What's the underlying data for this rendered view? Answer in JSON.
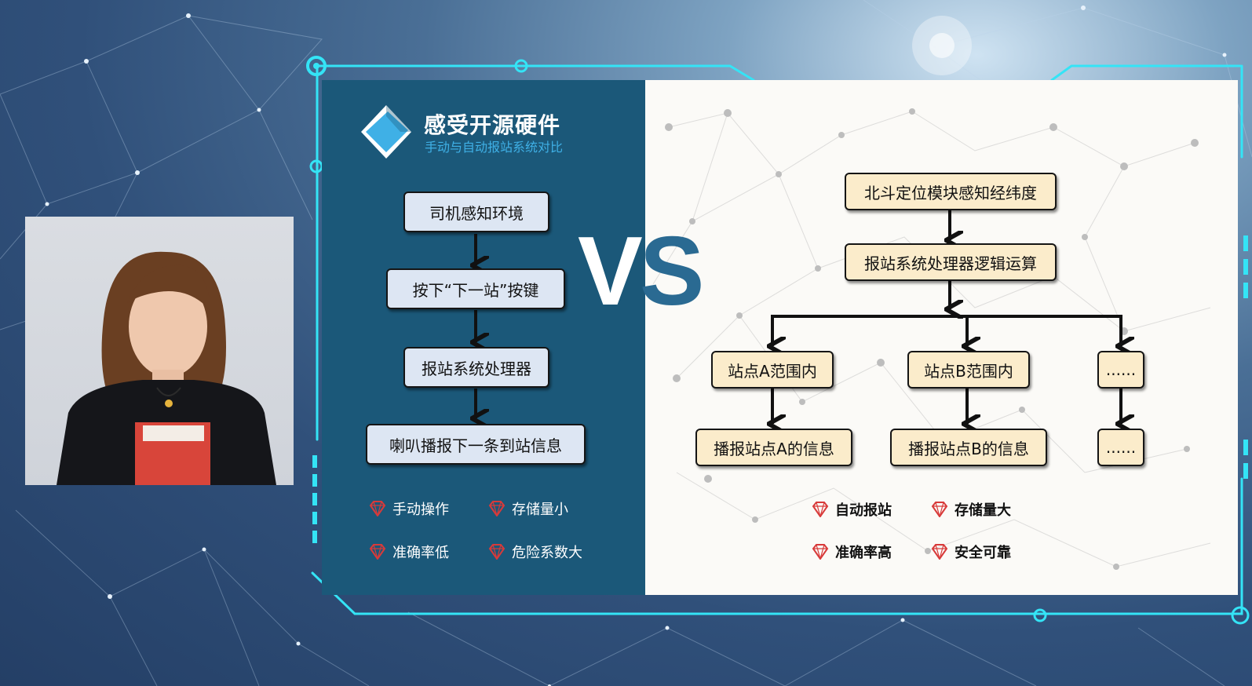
{
  "header": {
    "title": "感受开源硬件",
    "subtitle": "手动与自动报站系统对比"
  },
  "manual_flow": {
    "steps": [
      "司机感知环境",
      "按下“下一站”按键",
      "报站系统处理器",
      "喇叭播报下一条到站信息"
    ]
  },
  "vs_label": {
    "v": "V",
    "s": "S"
  },
  "auto_flow": {
    "top": [
      "北斗定位模块感知经纬度",
      "报站系统处理器逻辑运算"
    ],
    "branches": [
      "站点A范围内",
      "站点B范围内",
      "......"
    ],
    "outputs": [
      "播报站点A的信息",
      "播报站点B的信息",
      "......"
    ]
  },
  "manual_features": [
    "手动操作",
    "存储量小",
    "准确率低",
    "危险系数大"
  ],
  "auto_features": [
    "自动报站",
    "存储量大",
    "准确率高",
    "安全可靠"
  ],
  "icons": {
    "feature": "gem-icon",
    "logo": "diamond-logo-icon"
  },
  "colors": {
    "left_panel": "#1b5879",
    "frame_glow": "#34e4f6",
    "manual_box": "#dde6f3",
    "auto_box": "#fbeccb",
    "gem": "#d83a3a",
    "subtitle": "#3fb0e6"
  }
}
